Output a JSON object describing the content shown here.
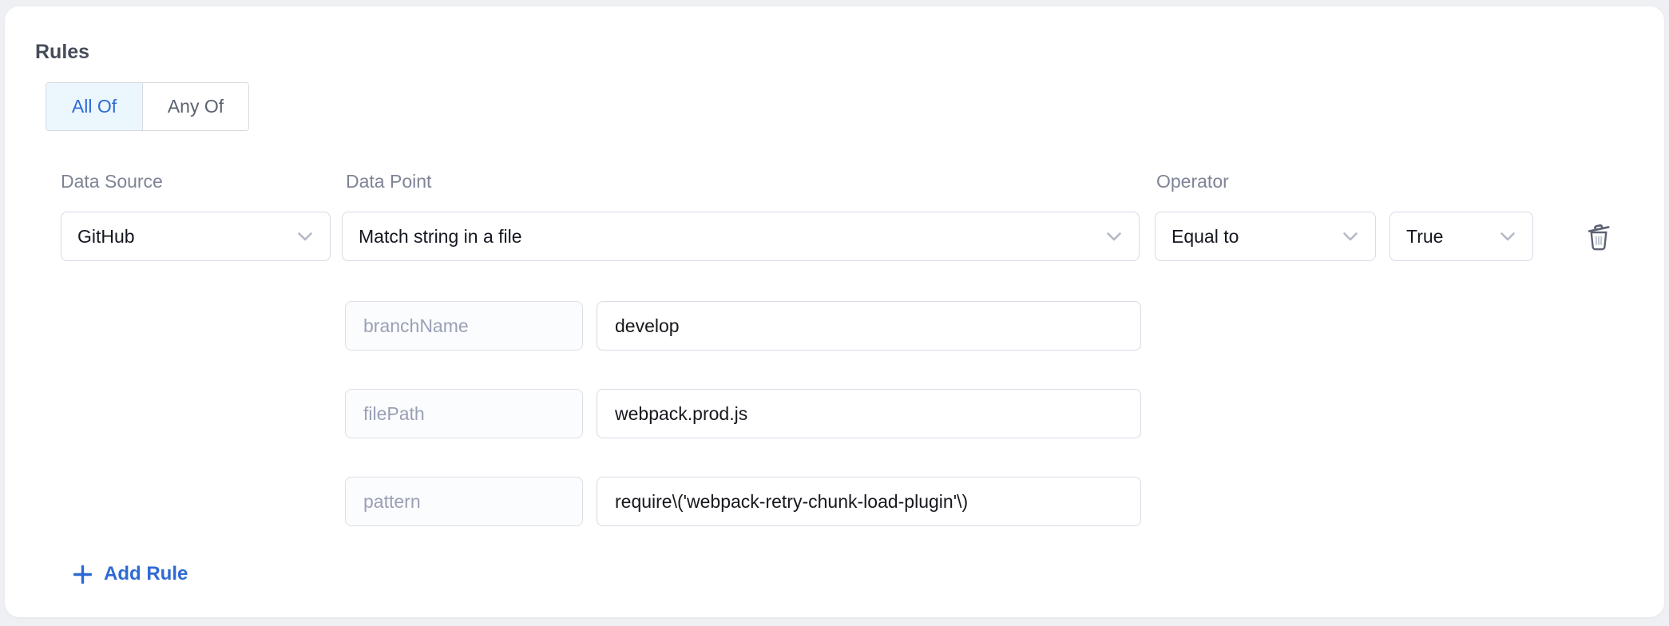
{
  "rules_section": {
    "title": "Rules",
    "match_toggle": {
      "all_of_label": "All Of",
      "any_of_label": "Any Of",
      "selected": "All Of"
    },
    "rule": {
      "data_source_label": "Data Source",
      "data_source_value": "GitHub",
      "data_point_label": "Data Point",
      "data_point_value": "Match string in a file",
      "operator_label": "Operator",
      "operator_value": "Equal to",
      "expected_value": "True",
      "params": [
        {
          "key": "branchName",
          "value": "develop"
        },
        {
          "key": "filePath",
          "value": "webpack.prod.js"
        },
        {
          "key": "pattern",
          "value": "require\\('webpack-retry-chunk-load-plugin'\\)"
        }
      ]
    },
    "add_rule_label": "Add Rule"
  },
  "icons": {
    "delete": "trash-icon",
    "dropdown": "chevron-down-icon",
    "add": "plus-icon"
  },
  "colors": {
    "accent_blue": "#2e6ad3",
    "selected_toggle_bg": "#ecf6fd",
    "selected_toggle_text": "#2d6bd2",
    "page_bg": "#eef0f3",
    "card_bg": "#ffffff",
    "border": "#d8dbe6",
    "label_gray": "#7e8496",
    "param_key_text": "#9aa0b5",
    "trash_gray": "#5b6273"
  }
}
